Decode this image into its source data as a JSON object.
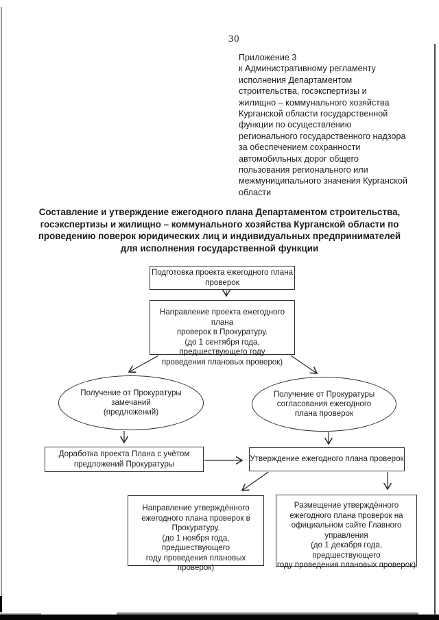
{
  "page": {
    "number": "30",
    "appendix_header": "Приложение 3\nк Административному регламенту\nисполнения Департаментом\nстроительства, госэкспертизы и\nжилищно – коммунального хозяйства\nКурганской области государственной\nфункции по осуществлению\nрегионального государственного надзора\nза обеспечением сохранности\nавтомобильных дорог общего\nпользования регионального или\nмежмуниципального значения Курганской\nобласти",
    "title": "Составление и утверждение ежегодного плана Департаментом строительства,\nгосэкспертизы и жилищно – коммунального хозяйства Курганской области по\nпроведению поверок юридических лиц и индивидуальных предпринимателей\nдля исполнения государственной функции"
  },
  "flowchart": {
    "prepare": {
      "text": "Подготовка проекта ежегодного плана\nпроверок"
    },
    "send_draft": {
      "text": "Направление проекта ежегодного плана\nпроверок в Прокуратуру.\n(до 1 сентября года, предшествующего году\nпроведения плановых проверок)"
    },
    "receive_remarks": {
      "text": "Получение от Прокуратуры\nзамечаний\n(предложений)"
    },
    "receive_approval": {
      "text": "Получение от Прокуратуры\nсогласования ежегодного\nплана проверок"
    },
    "rework": {
      "text": "Доработка проекта Плана с учётом\nпредложений Прокуратуры"
    },
    "approve": {
      "text": "Утверждение ежегодного плана проверок"
    },
    "send_approved": {
      "text": "Направление утверждённого\nежегодного плана проверок в\nПрокуратуру.\n(до 1 ноября года, предшествующего\nгоду проведения плановых проверок)"
    },
    "publish": {
      "text": "Размещение утверждённого\nежегодного плана проверок на\nофициальном сайте Главного\nуправления\n(до 1 декабря года, предшествующего\nгоду проведения плановых проверок)"
    }
  },
  "colors": {
    "ink": "#1c1c1c",
    "node_border": "#2e2e2e",
    "scan_edge_left": "#9a9a9a",
    "scan_edge_right": "#4a4a4a",
    "scan_bottom_bar": "#070707"
  }
}
